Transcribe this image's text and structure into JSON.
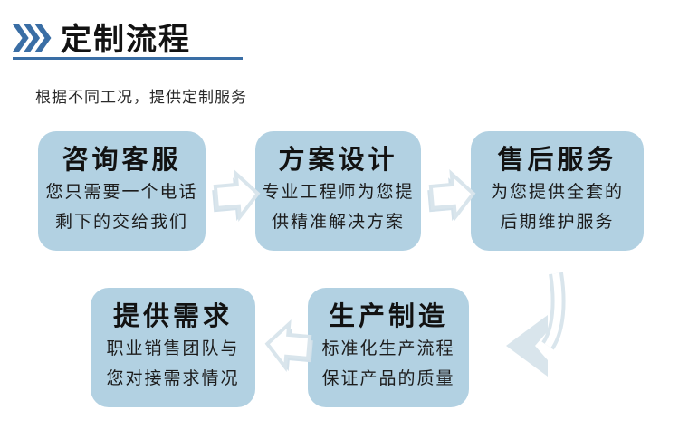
{
  "header": {
    "title": "定制流程",
    "subtitle": "根据不同工况，提供定制服务",
    "icon": "triple-chevron-right-icon",
    "accent_color": "#3a6ea5"
  },
  "colors": {
    "card_background": "#b2d1e2",
    "arrow_outline": "#d9e5ec",
    "title_text": "#121212"
  },
  "flow": {
    "cards": [
      {
        "title": "咨询客服",
        "body": [
          "您只需要一个电话",
          "剩下的交给我们"
        ]
      },
      {
        "title": "方案设计",
        "body": [
          "专业工程师为您提",
          "供精准解决方案"
        ]
      },
      {
        "title": "售后服务",
        "body": [
          "为您提供全套的",
          "后期维护服务"
        ]
      },
      {
        "title": "提供需求",
        "body": [
          "职业销售团队与",
          "您对接需求情况"
        ]
      },
      {
        "title": "生产制造",
        "body": [
          "标准化生产流程",
          "保证产品的质量"
        ]
      }
    ],
    "connectors": [
      {
        "icon": "arrow-right-icon",
        "between": [
          "咨询客服",
          "方案设计"
        ]
      },
      {
        "icon": "arrow-right-icon",
        "between": [
          "方案设计",
          "售后服务"
        ]
      },
      {
        "icon": "bent-arrow-down-left-icon",
        "between": [
          "售后服务",
          "生产制造"
        ]
      },
      {
        "icon": "arrow-left-icon",
        "between": [
          "生产制造",
          "提供需求"
        ]
      }
    ]
  }
}
